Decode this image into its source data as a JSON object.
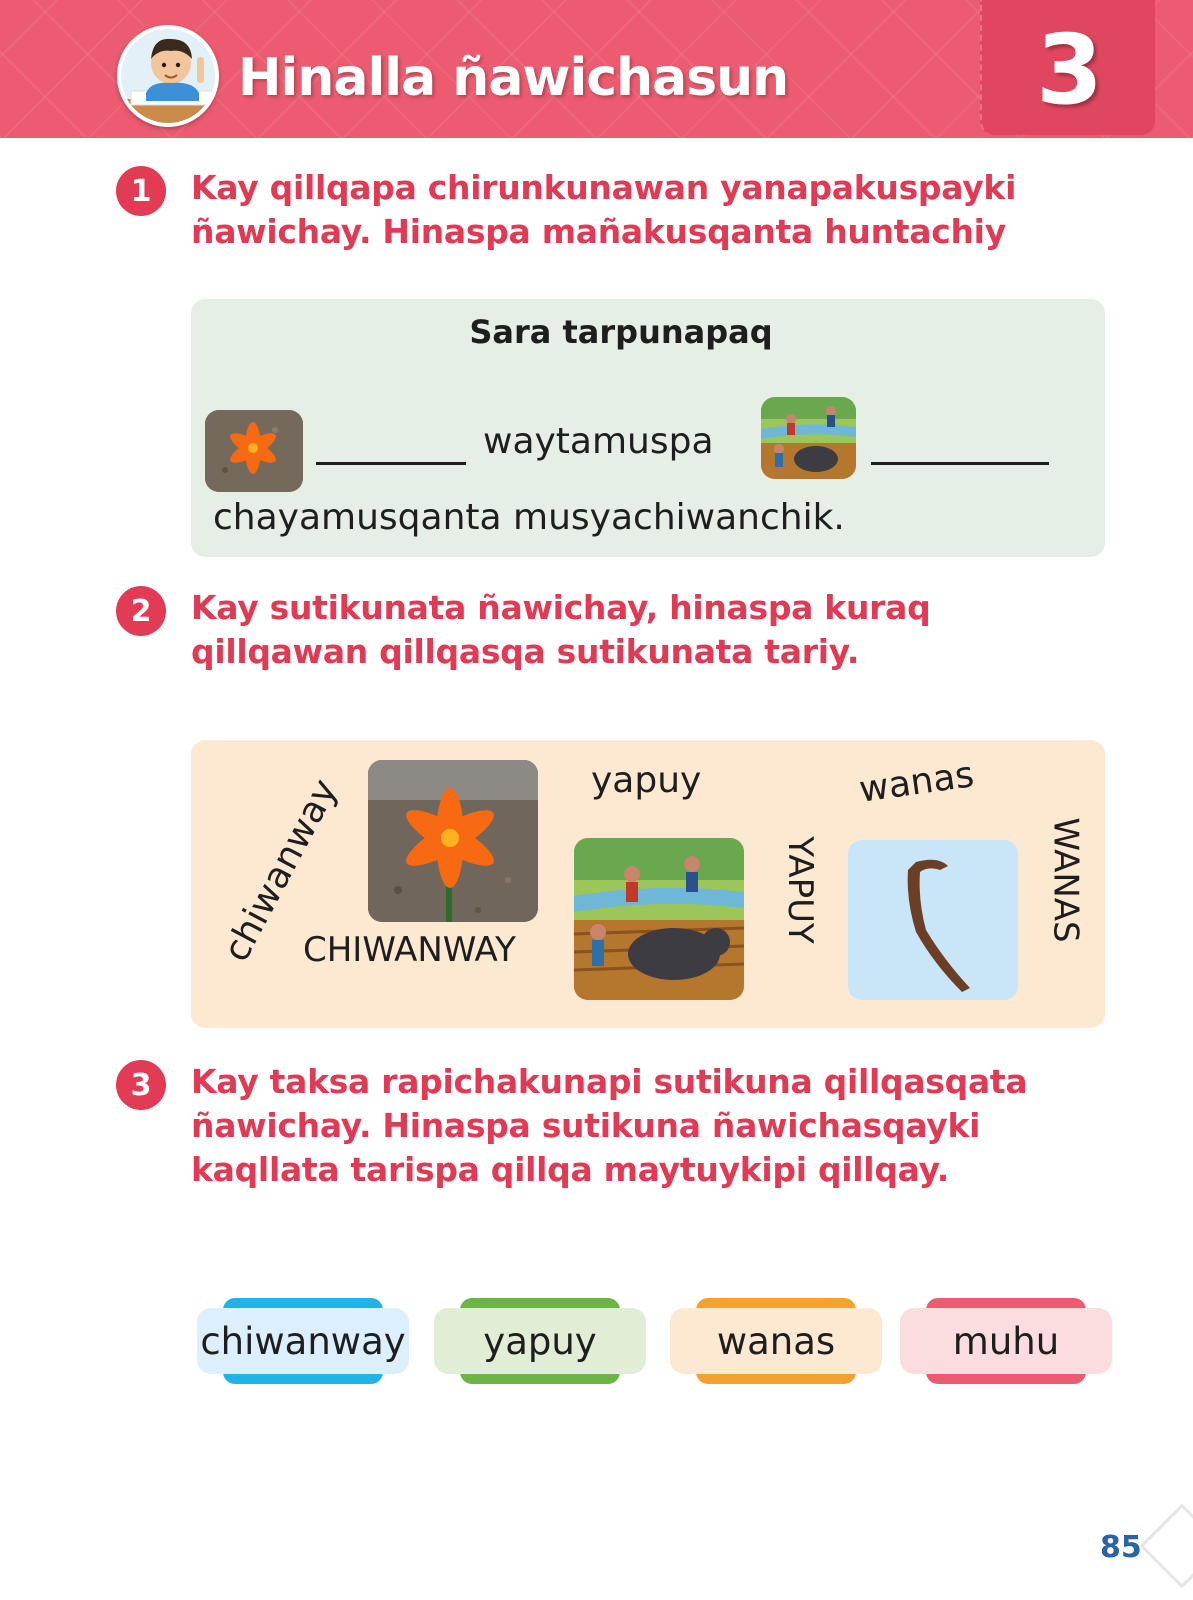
{
  "header": {
    "title": "Hinalla ñawichasun",
    "unit_number": "3"
  },
  "activities": [
    {
      "number": "1",
      "instruction": "Kay qillqapa chirunkunawan yanapakuspayki ñawichay. Hinaspa mañakusqanta huntachiy"
    },
    {
      "number": "2",
      "instruction": "Kay sutikunata ñawichay, hinaspa kuraq qillqawan qillqasqa sutikunata tariy."
    },
    {
      "number": "3",
      "instruction": "Kay taksa rapichakunapi sutikuna qillqasqata ñawichay. Hinaspa  sutikuna ñawichasqayki kaqllata tarispa  qillqa maytuykipi qillqay."
    }
  ],
  "box1": {
    "title": "Sara tarpunapaq",
    "text_middle": "waytamuspa",
    "text_end": "chayamusqanta musyachiwanchik."
  },
  "box2": {
    "words": {
      "chiwanway_lower": "chiwanway",
      "chiwanway_upper": "CHIWANWAY",
      "yapuy_lower": "yapuy",
      "yapuy_upper": "YAPUY",
      "wanas_lower": "wanas",
      "wanas_upper": "WANAS"
    }
  },
  "word_cards": [
    {
      "label": "chiwanway",
      "bar_color": "#1fb3e8",
      "body_color": "#dcefff"
    },
    {
      "label": "yapuy",
      "bar_color": "#6ab544",
      "body_color": "#dfeed5"
    },
    {
      "label": "wanas",
      "bar_color": "#f5a030",
      "body_color": "#fde8d2"
    },
    {
      "label": "muhu",
      "bar_color": "#ec5b6f",
      "body_color": "#fbdde0"
    }
  ],
  "page_number": "85",
  "colors": {
    "header": "#ec5b6f",
    "instruction": "#e03a55",
    "box1_bg": "#e6efe5",
    "box2_bg": "#fde8d2",
    "page_number": "#2b63a6"
  }
}
